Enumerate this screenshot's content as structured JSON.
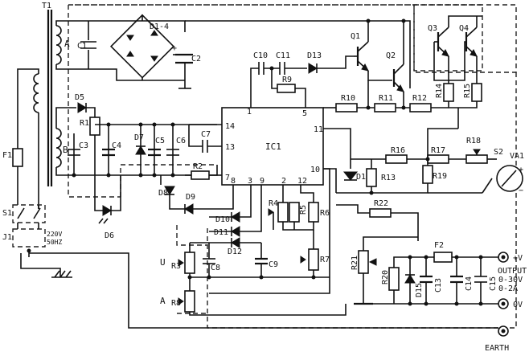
{
  "transformer": {
    "label": "T1",
    "secondary_a": "A",
    "secondary_b": "B"
  },
  "components": {
    "bridge": "D1-4",
    "c1": "C1",
    "c2": "C2",
    "c3": "C3",
    "c4": "C4",
    "c5": "C5",
    "c6": "C6",
    "c7": "C7",
    "c8": "C8",
    "c9": "C9",
    "c10": "C10",
    "c11": "C11",
    "c13": "C13",
    "c14": "C14",
    "c15": "C15",
    "d5": "D5",
    "d6": "D6",
    "d7": "D7",
    "d8": "D8",
    "d9": "D9",
    "d10": "D10",
    "d11": "D11",
    "d12": "D12",
    "d13": "D13",
    "d14": "D14",
    "d15": "D15",
    "r1": "R1",
    "r2": "R2",
    "r3": "R3",
    "r4": "R4",
    "r5": "R5",
    "r6": "R6",
    "r7": "R7",
    "r8": "R8",
    "r9": "R9",
    "r10": "R10",
    "r11": "R11",
    "r12": "R12",
    "r13": "R13",
    "r14": "R14",
    "r15": "R15",
    "r16": "R16",
    "r17": "R17",
    "r18": "R18",
    "r19": "R19",
    "r20": "R20",
    "r21": "R21",
    "r22": "R22",
    "q1": "Q1",
    "q2": "Q2",
    "q3": "Q3",
    "q4": "Q4",
    "f1": "F1",
    "f2": "F2",
    "s1": "S1",
    "s2": "S2",
    "j1": "J1",
    "va1": "VA1",
    "ic1": "IC1"
  },
  "ic_pins": {
    "p1": "1",
    "p2": "2",
    "p3": "3",
    "p5": "5",
    "p7": "7",
    "p8": "8",
    "p9": "9",
    "p10": "10",
    "p11": "11",
    "p12": "12",
    "p13": "13",
    "p14": "14"
  },
  "mains": {
    "line1": "220V",
    "line2": "50HZ"
  },
  "control_labels": {
    "voltage": "U",
    "current": "A"
  },
  "meter_signs": {
    "plus": "+",
    "minus": "−"
  },
  "output": {
    "plus_terminal": "+V",
    "title": "OUTPUT",
    "range_v": "0-30V",
    "range_a": "0-2A",
    "zero_terminal": "0V",
    "earth_terminal": "EARTH"
  }
}
